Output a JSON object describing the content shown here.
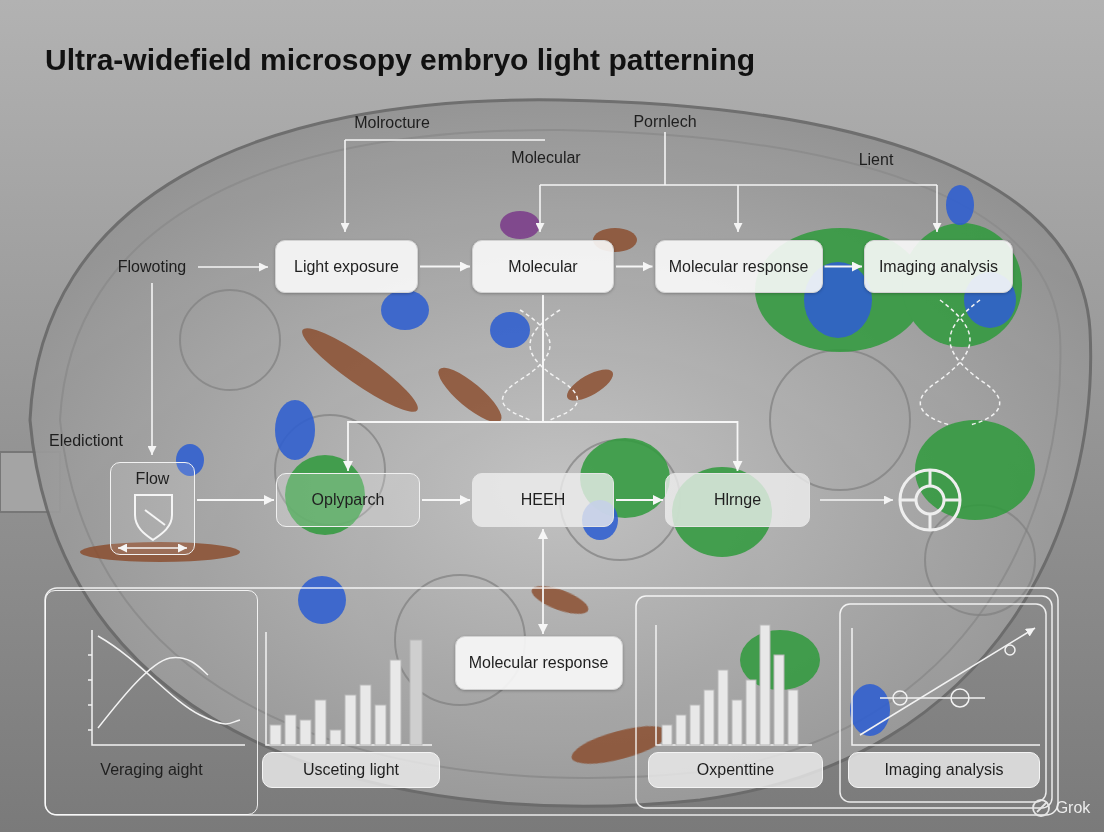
{
  "diagram": {
    "title": "Ultra-widefield microsopy embryo light patterning",
    "nodes": [
      {
        "text": [
          "Light exposure"
        ]
      },
      {
        "text": [
          "Molecular"
        ]
      },
      {
        "text": [
          "Molecular response"
        ]
      },
      {
        "text": [
          "Imaging analysis"
        ]
      },
      {
        "text": [
          "Flow"
        ]
      },
      {
        "text": [
          "Oplyparch"
        ]
      },
      {
        "text": [
          "HEEH"
        ]
      },
      {
        "text": [
          "Hlrnge"
        ]
      },
      {
        "text": [
          "Molecular response"
        ]
      },
      {
        "text": [
          "Veraging aight"
        ]
      },
      {
        "text": [
          "Usceting light"
        ]
      },
      {
        "text": [
          "Oxpenttine"
        ]
      },
      {
        "text": [
          "Imaging analysis"
        ]
      }
    ],
    "edges": [
      {
        "from": 0,
        "to": 1,
        "arrow": "to"
      },
      {
        "from": 1,
        "to": 2,
        "arrow": "to"
      },
      {
        "from": 2,
        "to": 3,
        "arrow": "to"
      },
      {
        "from": 4,
        "to": 5,
        "arrow": "to"
      },
      {
        "from": 5,
        "to": 6,
        "arrow": "to"
      },
      {
        "from": 6,
        "to": 7,
        "arrow": "to"
      },
      {
        "from": 6,
        "to": 8,
        "arrow": "both"
      },
      {
        "from": 1,
        "to": 5,
        "arrow": "to"
      },
      {
        "from": 1,
        "to": 7,
        "arrow": "to"
      }
    ],
    "labels": [
      "Molrocture",
      "Pornlech",
      "Molecular",
      "Lient",
      "Flowoting",
      "Eledictiont",
      "Grok"
    ]
  }
}
